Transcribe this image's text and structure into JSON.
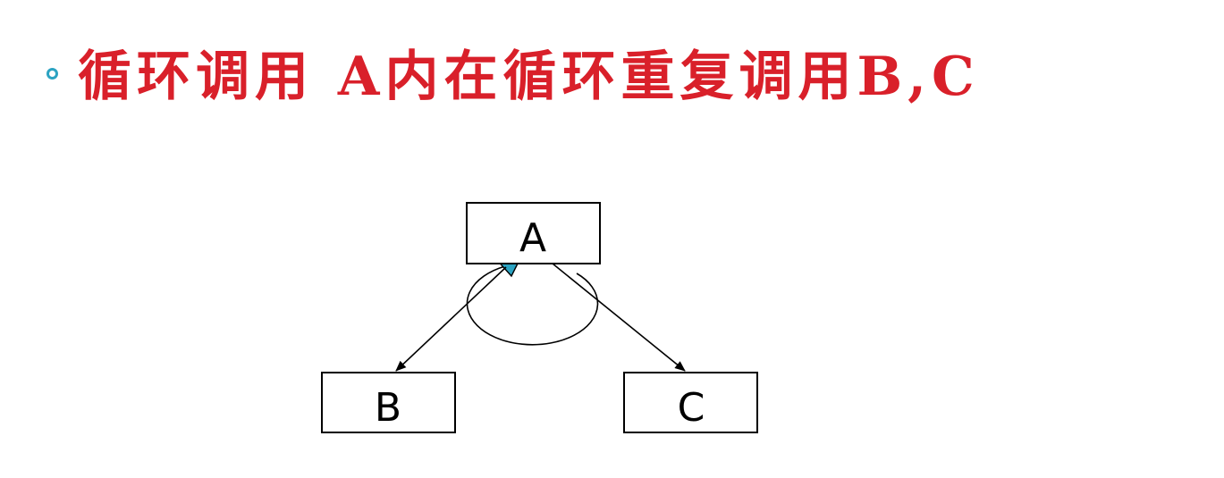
{
  "slide": {
    "bullet": {
      "icon": "hollow-circle-bullet",
      "color": "#2ba3c2"
    },
    "title": "循环调用 A内在循环重复调用B,C",
    "title_color": "#d9202a"
  },
  "diagram": {
    "nodes": [
      {
        "id": "A",
        "label": "A"
      },
      {
        "id": "B",
        "label": "B"
      },
      {
        "id": "C",
        "label": "C"
      }
    ],
    "edges": [
      {
        "from": "A",
        "to": "B",
        "type": "call"
      },
      {
        "from": "A",
        "to": "C",
        "type": "call"
      },
      {
        "from": "A",
        "to": "A",
        "type": "loop",
        "arrow_color": "#2ba3c2"
      }
    ]
  }
}
